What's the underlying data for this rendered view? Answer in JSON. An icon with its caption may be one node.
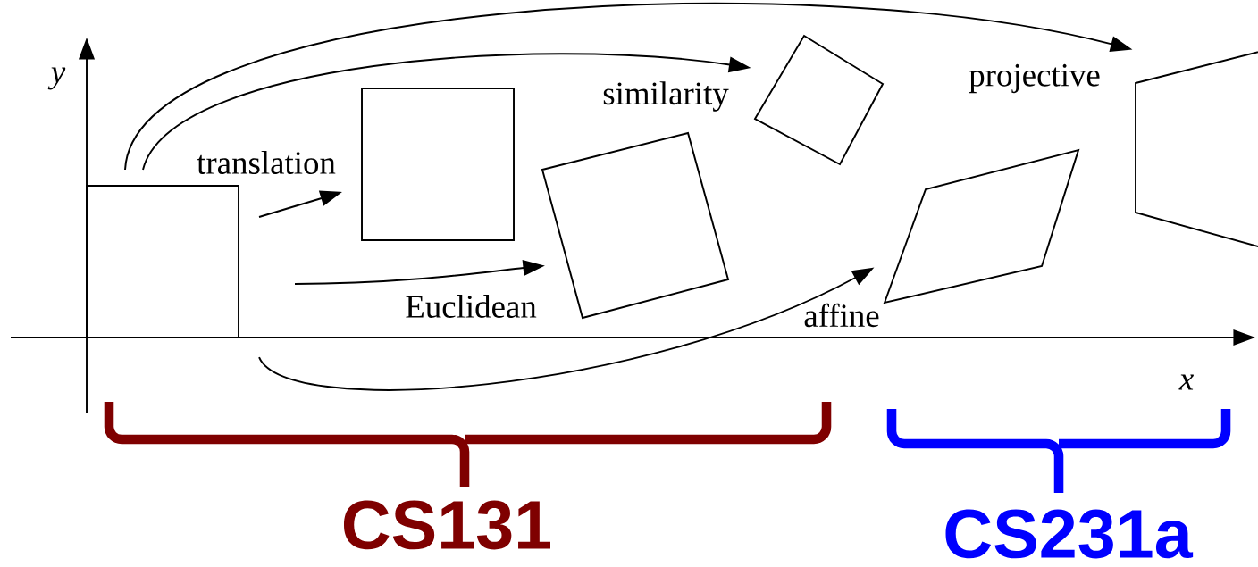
{
  "diagram": {
    "nodes": [
      {
        "text": [],
        "shape": "box"
      },
      {
        "text": [],
        "shape": "box"
      },
      {
        "text": [],
        "shape": "box"
      },
      {
        "text": [],
        "shape": "box"
      },
      {
        "text": [],
        "shape": "parallelogram"
      },
      {
        "text": [],
        "shape": "trapezoid"
      }
    ],
    "edges": [
      {
        "from": 0,
        "to": 1,
        "arrow": "to",
        "label": "translation"
      },
      {
        "from": 0,
        "to": 2,
        "arrow": "to",
        "label": "Euclidean"
      },
      {
        "from": 0,
        "to": 3,
        "arrow": "to",
        "label": "similarity"
      },
      {
        "from": 0,
        "to": 5,
        "arrow": "to",
        "label": "projective"
      },
      {
        "from": 0,
        "to": 4,
        "arrow": "to",
        "label": "affine"
      }
    ],
    "labels": [
      "y",
      "x",
      "CS131",
      "CS231a"
    ]
  }
}
